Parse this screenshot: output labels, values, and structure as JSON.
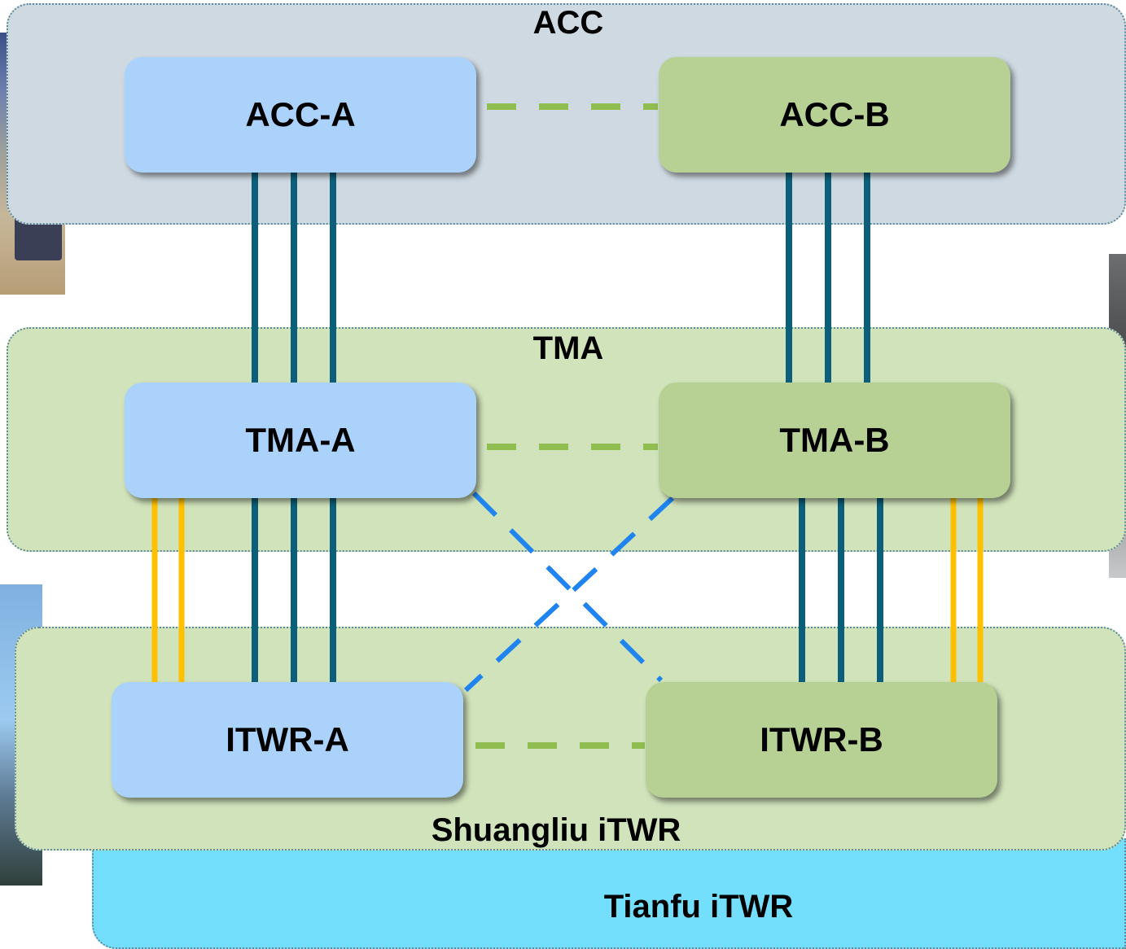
{
  "colors": {
    "acc_zone": "#cfd9e1",
    "tma_zone": "#d1e3bb",
    "shuangliu_zone": "#d1e3bb",
    "tianfu_zone": "#73dffc",
    "node_a": "#abd2fb",
    "node_b": "#b7d195",
    "solid_link": "#0b5f7a",
    "orange_link": "#ffc000",
    "green_dash": "#8fbd4f",
    "blue_dash": "#1f84f0"
  },
  "zones": {
    "acc": {
      "label": "ACC"
    },
    "tma": {
      "label": "TMA"
    },
    "shuangliu": {
      "label": "Shuangliu iTWR"
    },
    "tianfu": {
      "label": "Tianfu iTWR"
    }
  },
  "nodes": {
    "acc_a": {
      "label": "ACC-A"
    },
    "acc_b": {
      "label": "ACC-B"
    },
    "tma_a": {
      "label": "TMA-A"
    },
    "tma_b": {
      "label": "TMA-B"
    },
    "itwr_a": {
      "label": "ITWR-A"
    },
    "itwr_b": {
      "label": "ITWR-B"
    }
  },
  "photos": [
    {
      "name": "acc-control-room-photo"
    },
    {
      "name": "tma-control-room-photo"
    },
    {
      "name": "tower-exterior-photo"
    }
  ]
}
